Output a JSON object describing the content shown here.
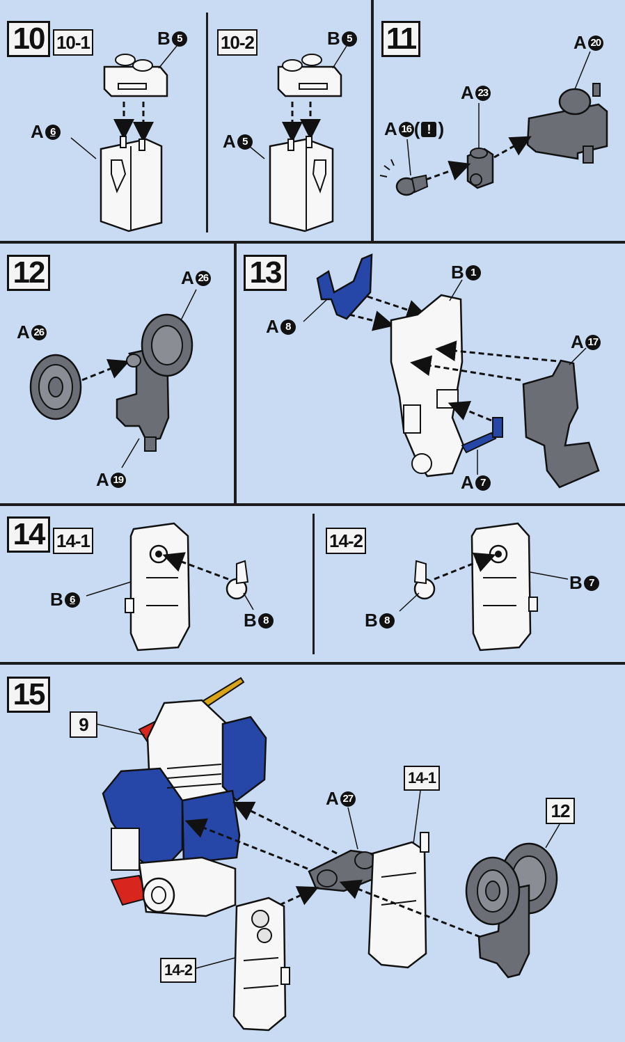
{
  "steps": {
    "s10": {
      "number": "10",
      "sub1": "10-1",
      "sub2": "10-2",
      "labels": {
        "b5a": "B",
        "b5a_num": "5",
        "a6": "A",
        "a6_num": "6",
        "b5b": "B",
        "b5b_num": "5",
        "a5": "A",
        "a5_num": "5"
      }
    },
    "s11": {
      "number": "11",
      "labels": {
        "a20": "A",
        "a20_num": "20",
        "a23": "A",
        "a23_num": "23",
        "a16": "A",
        "a16_num": "16",
        "warn_open": "(",
        "warn_mark": "!",
        "warn_close": ")"
      }
    },
    "s12": {
      "number": "12",
      "labels": {
        "a26a": "A",
        "a26a_num": "26",
        "a26b": "A",
        "a26b_num": "26",
        "a19": "A",
        "a19_num": "19"
      }
    },
    "s13": {
      "number": "13",
      "labels": {
        "b1": "B",
        "b1_num": "1",
        "a8": "A",
        "a8_num": "8",
        "a17": "A",
        "a17_num": "17",
        "a7": "A",
        "a7_num": "7"
      }
    },
    "s14": {
      "number": "14",
      "sub1": "14-1",
      "sub2": "14-2",
      "labels": {
        "b6": "B",
        "b6_num": "6",
        "b8a": "B",
        "b8a_num": "8",
        "b7": "B",
        "b7_num": "7",
        "b8b": "B",
        "b8b_num": "8"
      }
    },
    "s15": {
      "number": "15",
      "ref9": "9",
      "ref141": "14-1",
      "ref142": "14-2",
      "ref12": "12",
      "labels": {
        "a27": "A",
        "a27_num": "27"
      }
    }
  },
  "colors": {
    "background": "#c8dbf2",
    "part_gray": "#6b6e74",
    "part_blue": "#2747a8",
    "part_white": "#f7f7f7",
    "accent_red": "#d8261f",
    "accent_gold": "#d9a417"
  }
}
